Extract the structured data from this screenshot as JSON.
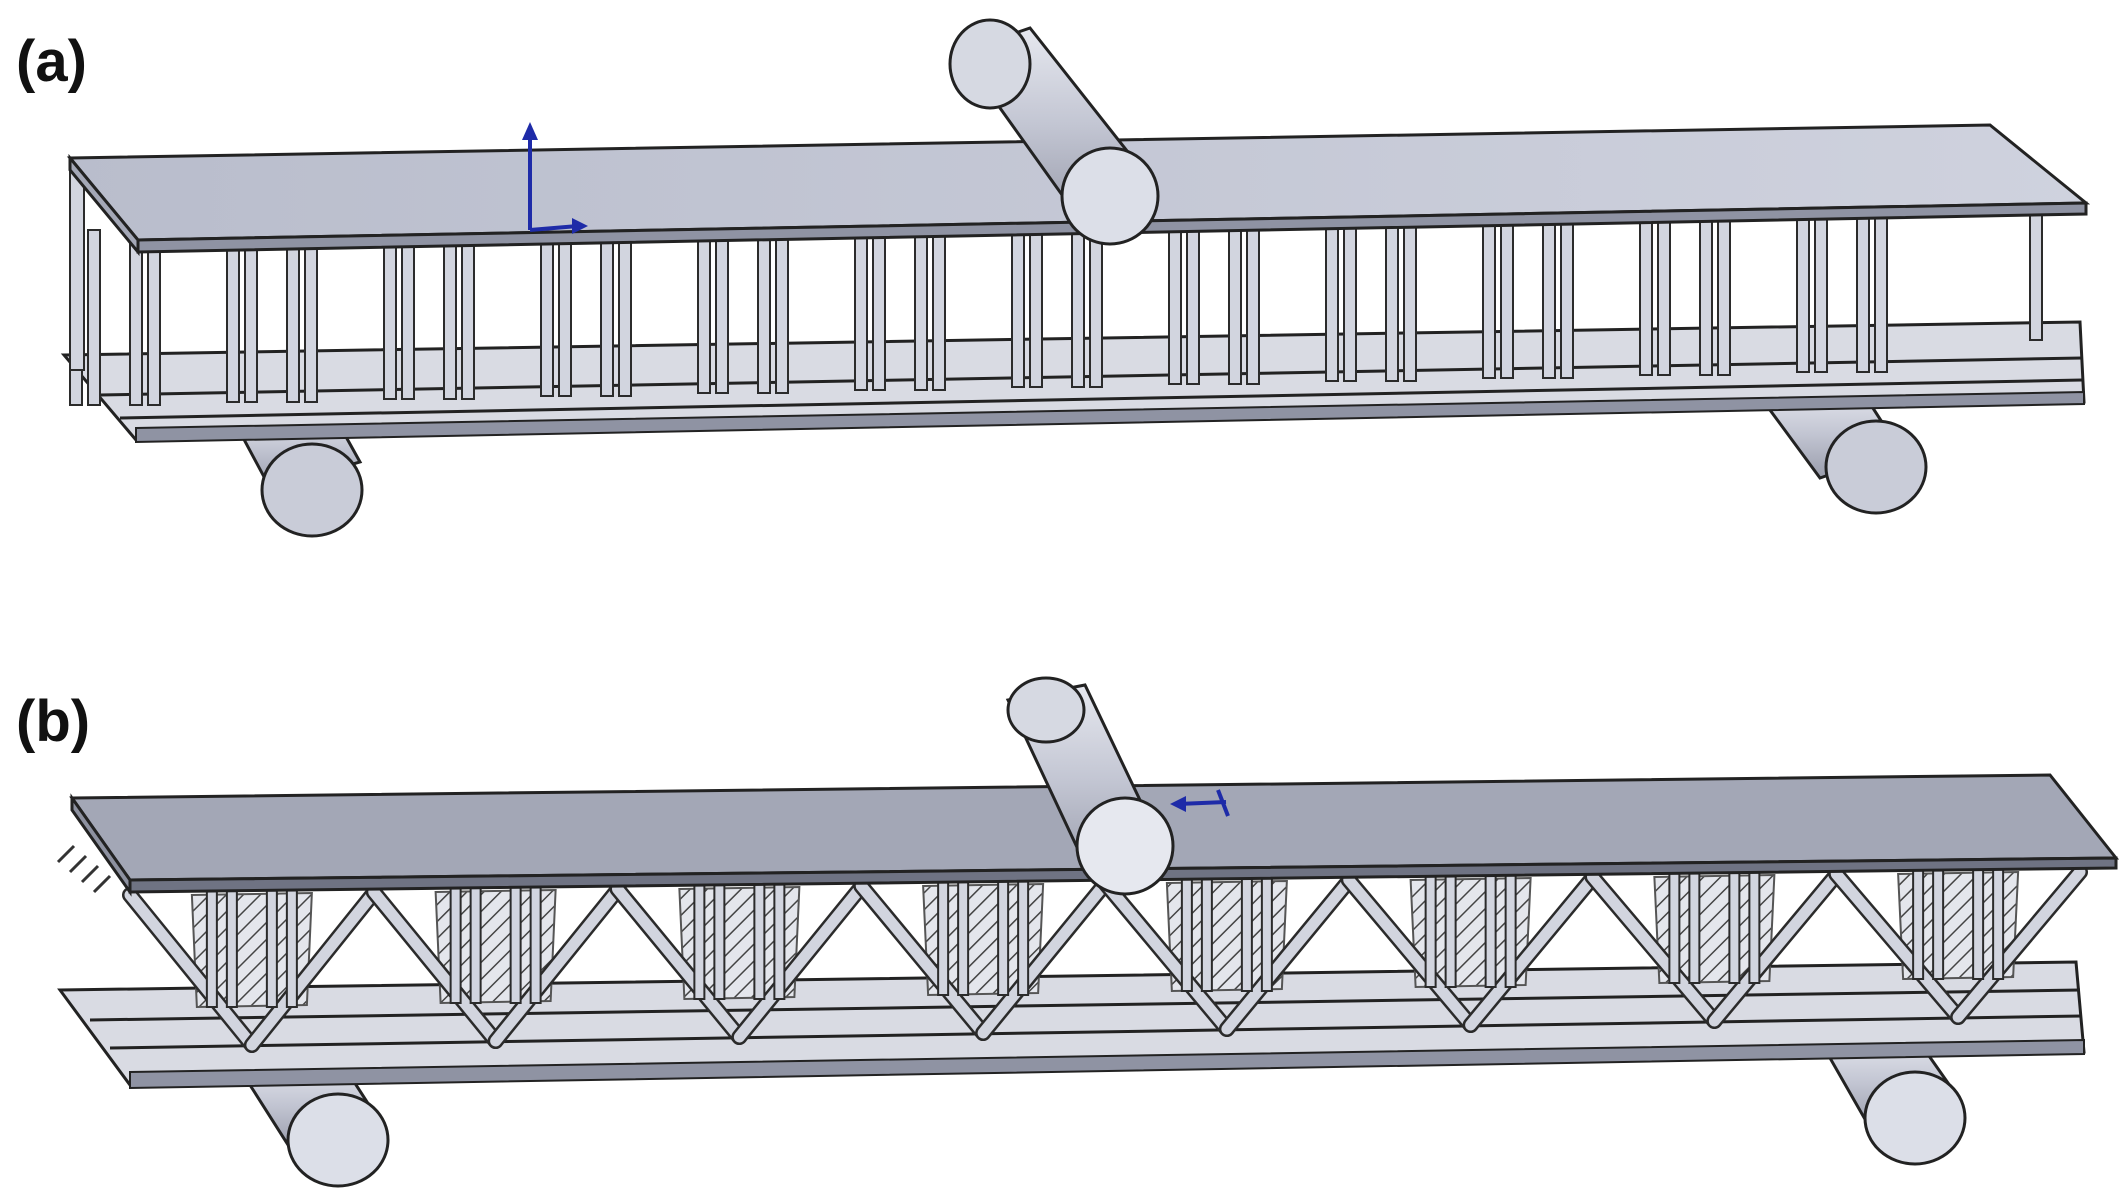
{
  "panels": [
    {
      "id": "a",
      "label": "(a)",
      "web": "vertical-struts"
    },
    {
      "id": "b",
      "label": "(b)",
      "web": "diagonal-truss"
    }
  ],
  "colors": {
    "plate_top": "#c4c8d6",
    "plate_dark": "#8f93a3",
    "strut": "#d2d5df",
    "strut_edge": "#2b2b2b",
    "roller": "#c9ccd8",
    "roller_end": "#dcdfe8",
    "axis_marker": "#1e2ba8"
  },
  "icons": [
    "coordinate-axis-icon"
  ]
}
